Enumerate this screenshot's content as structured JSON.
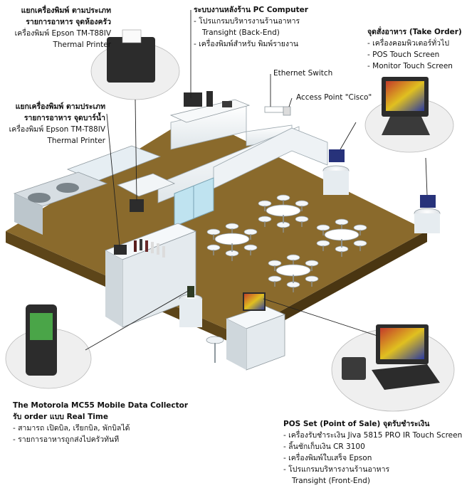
{
  "kitchen_printer": {
    "title_1": "แยกเครื่องพิมพ์ ตามประเภท",
    "title_2": "รายการอาหาร จุดห้องครัว",
    "line_1": "เครื่องพิมพ์ Epson TM-T88IV",
    "line_2": "Thermal Printer"
  },
  "back_office": {
    "title": "ระบบงานหลังร้าน PC Computer",
    "items": [
      "โปรแกรมบริหารงานร้านอาหาร",
      "Transight (Back-End)",
      "เครื่องพิมพ์สำหรับ พิมพ์รายงาน"
    ]
  },
  "order_point": {
    "title": "จุดสั่งอาหาร (Take Order)",
    "items": [
      "เครื่องคอมพิวเตอร์ทั่วไป",
      "POS Touch Screen",
      "Monitor Touch Screen"
    ]
  },
  "ethernet_switch": "Ethernet Switch",
  "access_point": "Access Point \"Cisco\"",
  "bar_printer": {
    "title_1": "แยกเครื่องพิมพ์ ตามประเภท",
    "title_2": "รายการอาหาร จุดบาร์น้ำ",
    "line_1": "เครื่องพิมพ์ Epson TM-T88IV",
    "line_2": "Thermal Printer"
  },
  "mobile": {
    "title": "The Motorola MC55 Mobile Data Collector",
    "subtitle": "รับ order แบบ Real Time",
    "items": [
      "สามารถ เปิดบิล, เรียกบิล, พักบิลได้",
      "รายการอาหารถูกส่งไปครัวทันที"
    ]
  },
  "pos_set": {
    "title": "POS Set (Point of Sale) จุดรับชำระเงิน",
    "items": [
      "เครื่องรับชำระเงิน Jiva 5815 PRO IR Touch Screen",
      "ลิ้นชักเก็บเงิน CR 3100",
      "เครื่องพิมพ์ใบเสร็จ Epson",
      "โปรแกรมบริหารงานร้านอาหาร"
    ],
    "extra": "Transight (Front-End)"
  },
  "colors": {
    "floor": "#8a6a2c",
    "floor_edge": "#5d4519",
    "counter": "#f3f6f8",
    "screen_blue": "#27327a",
    "device_dark": "#2c2c2c"
  }
}
